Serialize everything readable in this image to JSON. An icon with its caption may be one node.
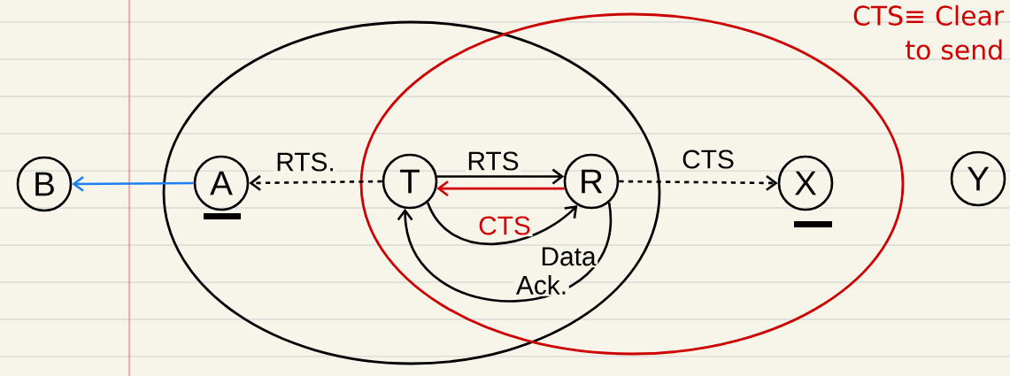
{
  "diagram": {
    "nodes": [
      {
        "text": [
          "B"
        ]
      },
      {
        "text": [
          "A"
        ]
      },
      {
        "text": [
          "T"
        ]
      },
      {
        "text": [
          "R"
        ]
      },
      {
        "text": [
          "X"
        ]
      },
      {
        "text": [
          "Y"
        ]
      }
    ],
    "edges": [
      {
        "from": 1,
        "to": 0,
        "arrow": "to",
        "color": "#1e7ff0"
      },
      {
        "from": 2,
        "to": 1,
        "arrow": "to",
        "style": "dashed",
        "label": "RTS."
      },
      {
        "from": 2,
        "to": 3,
        "arrow": "to",
        "label": "RTS"
      },
      {
        "from": 3,
        "to": 2,
        "arrow": "to",
        "color": "#d00000",
        "label": "CTS"
      },
      {
        "from": 2,
        "to": 3,
        "arrow": "to",
        "label": "Data"
      },
      {
        "from": 3,
        "to": 2,
        "arrow": "to",
        "label": "Ack."
      },
      {
        "from": 3,
        "to": 4,
        "arrow": "to",
        "style": "dashed",
        "label": "CTS"
      }
    ],
    "labels": [
      "CTS≡ Clear to send"
    ]
  }
}
